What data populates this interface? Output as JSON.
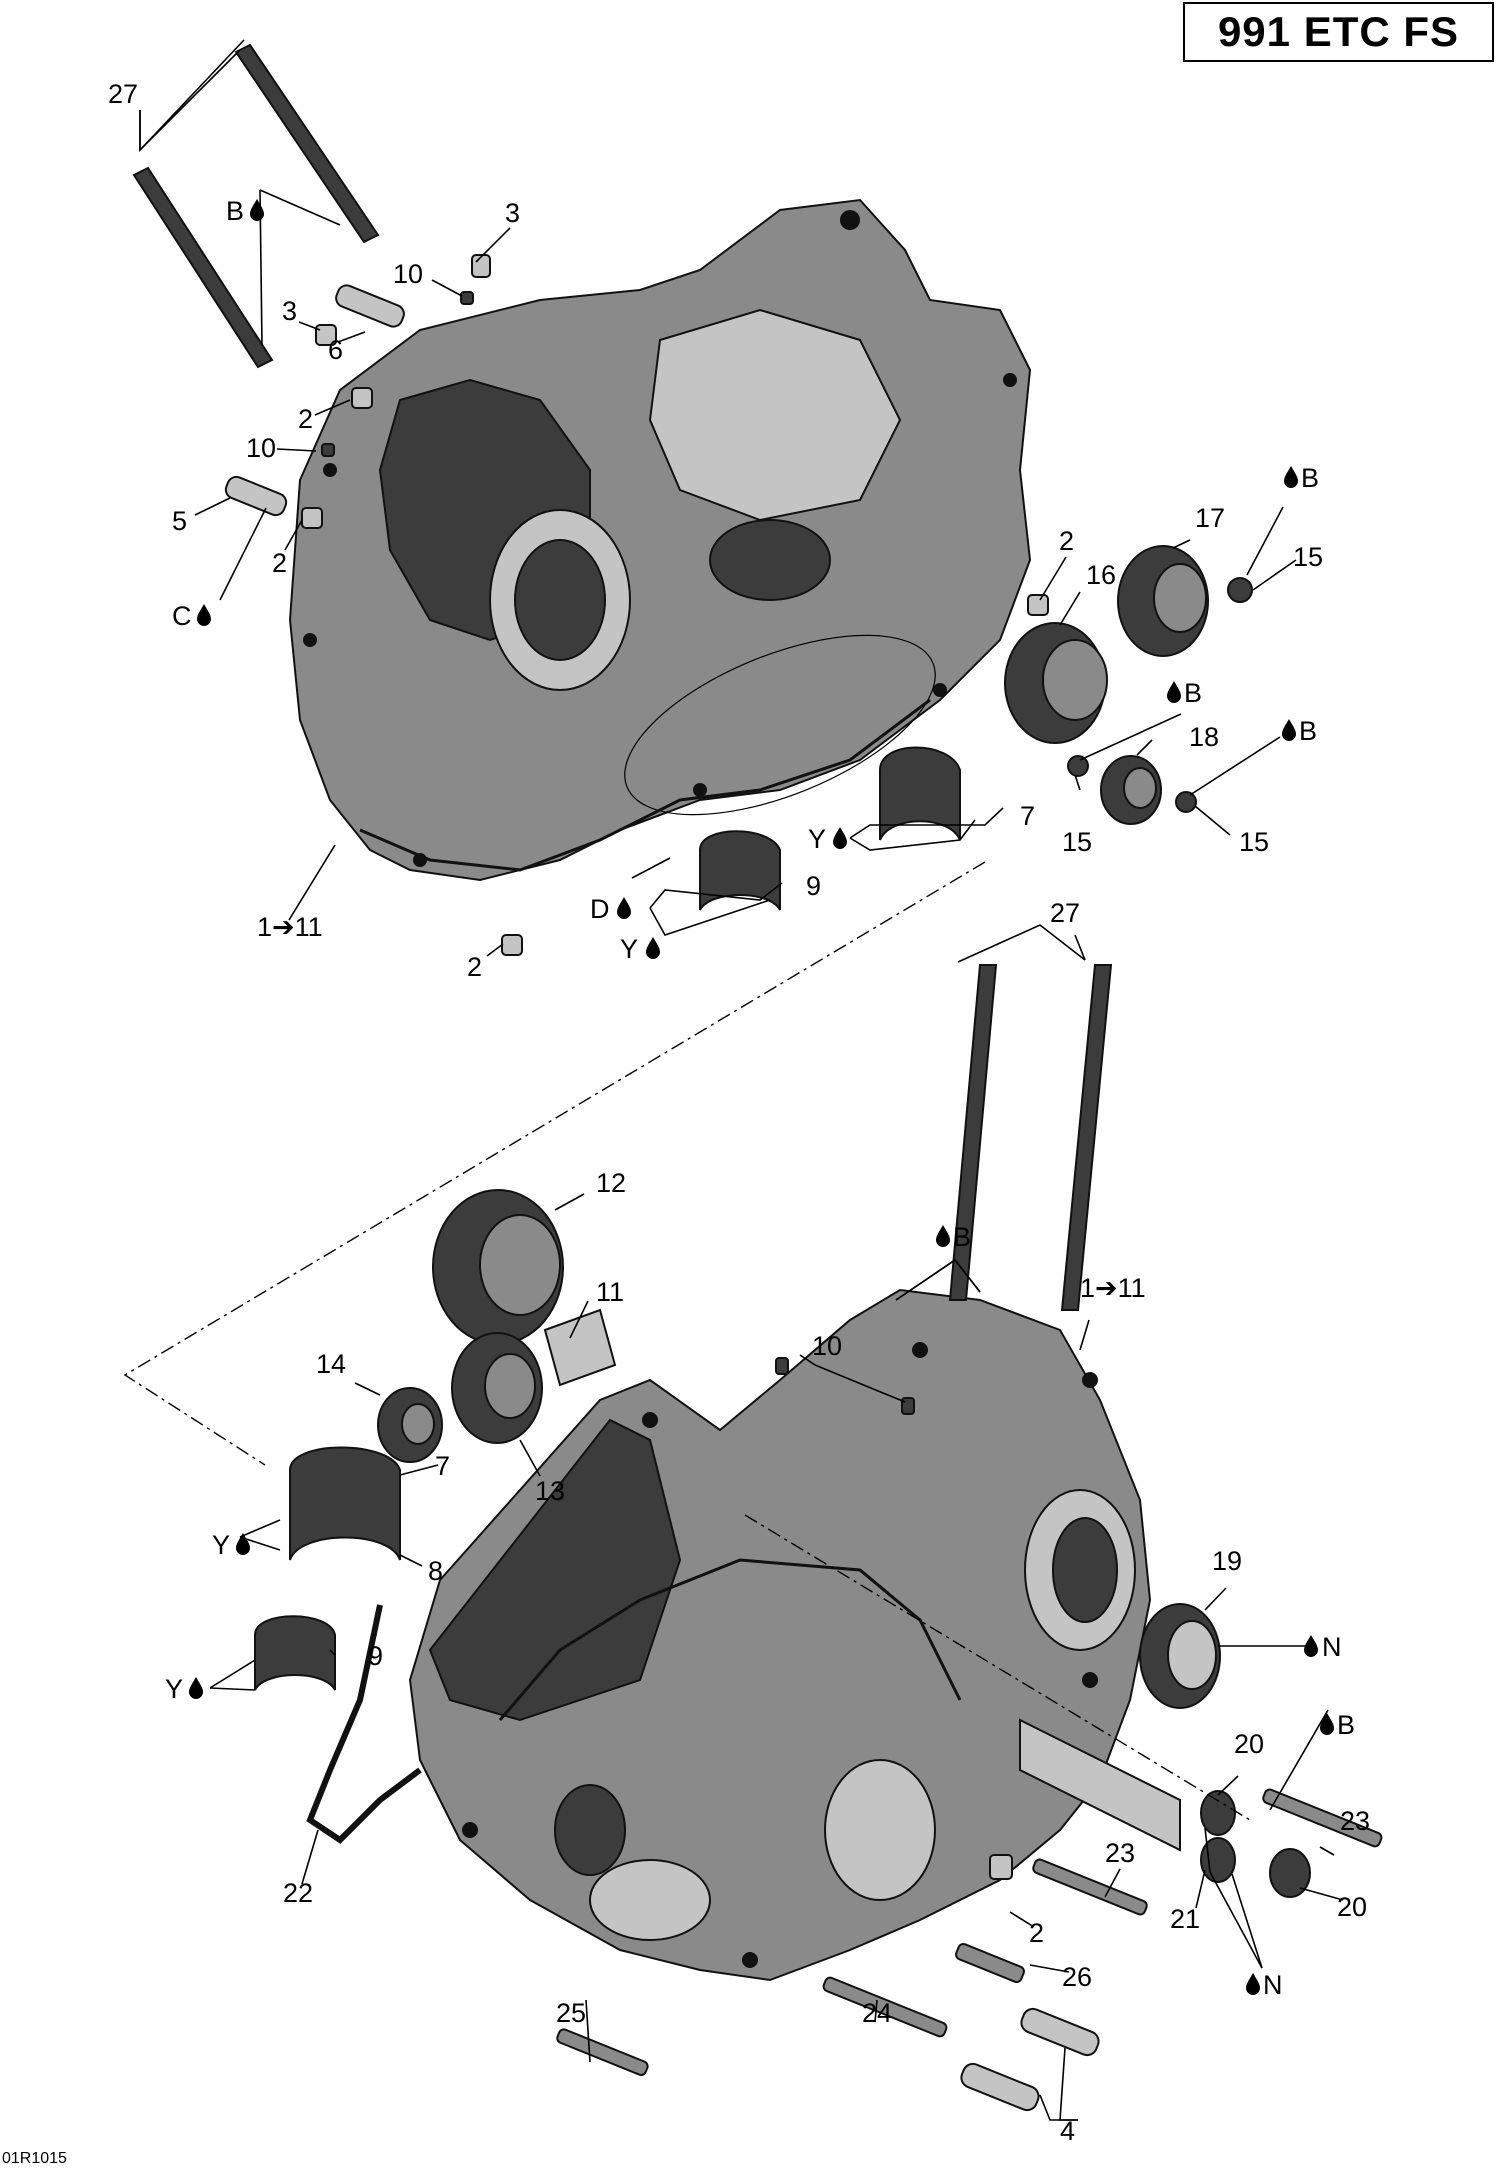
{
  "header": {
    "model_code": "991 ETC FS"
  },
  "footer": {
    "diagram_ref": "01R1015"
  },
  "callouts": {
    "c27a": "27",
    "c3a": "3",
    "c10a": "10",
    "c3b": "3",
    "c6": "6",
    "c2a": "2",
    "c10b": "10",
    "c5": "5",
    "c2b": "2",
    "c2c": "2",
    "c16": "16",
    "c17": "17",
    "c15a": "15",
    "c18": "18",
    "c15b": "15",
    "c15c": "15",
    "c7a": "7",
    "c9a": "9",
    "c111a": "1➔11",
    "c2d": "2",
    "c27b": "27",
    "c12": "12",
    "c11": "11",
    "c111b": "1➔11",
    "c10c": "10",
    "c14": "14",
    "c13": "13",
    "c7b": "7",
    "c8": "8",
    "c9b": "9",
    "c19": "19",
    "c20a": "20",
    "c23a": "23",
    "c23b": "23",
    "c22": "22",
    "c2e": "2",
    "c26": "26",
    "c21": "21",
    "c20b": "20",
    "c25": "25",
    "c24": "24",
    "c4": "4"
  },
  "lubricants": {
    "B1": "B",
    "C": "C",
    "B2": "B",
    "B3": "B",
    "B4": "B",
    "Y1": "Y",
    "D": "D",
    "Y2": "Y",
    "B5": "B",
    "Y3": "Y",
    "Y4": "Y",
    "N1": "N",
    "B6": "B",
    "N2": "N"
  },
  "icons": {
    "lubricant": "oil-drop-icon"
  }
}
